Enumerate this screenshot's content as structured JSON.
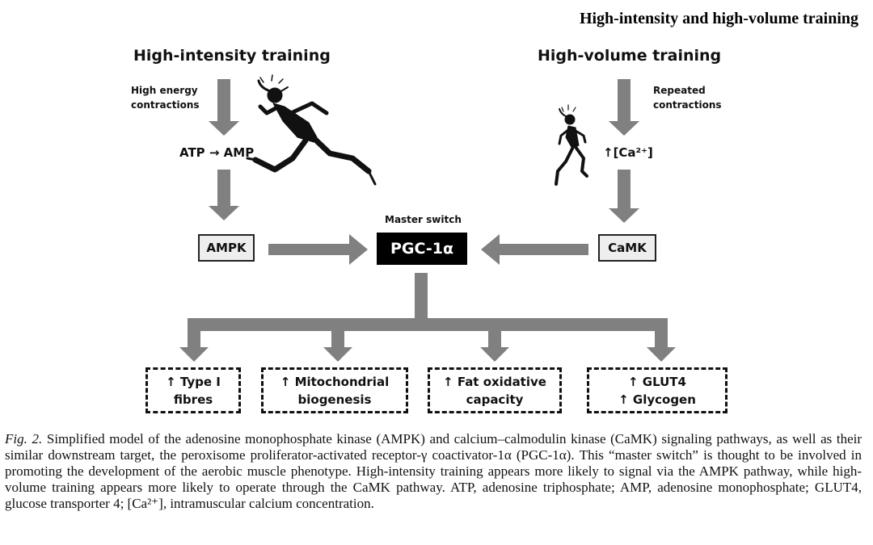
{
  "page_header": "High-intensity and high-volume training",
  "left": {
    "title": "High-intensity training",
    "stimulus": [
      "High energy",
      "contractions"
    ],
    "metabolite": "ATP → AMP",
    "kinase": "AMPK"
  },
  "right": {
    "title": "High-volume training",
    "stimulus": [
      "Repeated",
      "contractions"
    ],
    "metabolite": "↑[Ca²⁺]",
    "kinase": "CaMK"
  },
  "center": {
    "label": "Master switch",
    "node": "PGC-1α"
  },
  "outcomes": [
    {
      "line1": "↑ Type I",
      "line2": "fibres"
    },
    {
      "line1": "↑ Mitochondrial",
      "line2": "biogenesis"
    },
    {
      "line1": "↑ Fat oxidative",
      "line2": "capacity"
    },
    {
      "line1": "↑ GLUT4",
      "line2": "↑ Glycogen"
    }
  ],
  "caption": {
    "fig_label": "Fig. 2.",
    "text": "Simplified model of the adenosine monophosphate kinase (AMPK) and calcium–calmodulin kinase (CaMK) signaling pathways, as well as their similar downstream target, the peroxisome proliferator-activated receptor-γ coactivator-1α (PGC-1α). This “master switch” is thought to be involved in promoting the development of the aerobic muscle phenotype. High-intensity training appears more likely to signal via the AMPK pathway, while high-volume training appears more likely to operate through the CaMK pathway. ATP, adenosine triphosphate; AMP, adenosine monophosphate; GLUT4, glucose transporter 4; [Ca²⁺], intramuscular calcium concentration."
  },
  "colors": {
    "arrow": "#808080",
    "master_fill": "#000000",
    "kinase_fill": "#eeeeee"
  }
}
